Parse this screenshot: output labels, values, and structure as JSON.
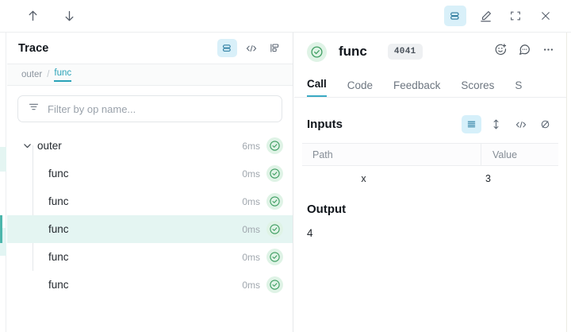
{
  "topbar": {
    "nav_up_icon": "arrow-up-icon",
    "nav_down_icon": "arrow-down-icon",
    "actions": [
      {
        "icon": "stacked-layers-icon",
        "active": true
      },
      {
        "icon": "pen-highlighter-icon",
        "active": false
      },
      {
        "icon": "expand-fullscreen-icon",
        "active": false
      },
      {
        "icon": "close-x-icon",
        "active": false
      }
    ]
  },
  "trace": {
    "title": "Trace",
    "view_icons": [
      {
        "icon": "stacked-layers-icon",
        "active": true
      },
      {
        "icon": "code-brackets-icon",
        "active": false
      },
      {
        "icon": "flame-graph-icon",
        "active": false
      }
    ],
    "breadcrumb": {
      "parent": "outer",
      "separator": "/",
      "current": "func"
    },
    "filter": {
      "placeholder": "Filter by op name...",
      "value": "",
      "icon": "filter-icon"
    },
    "rows": [
      {
        "label": "outer",
        "duration": "6ms",
        "depth": 0,
        "expanded": true,
        "selected": false,
        "status": "success"
      },
      {
        "label": "func",
        "duration": "0ms",
        "depth": 1,
        "selected": false,
        "status": "success"
      },
      {
        "label": "func",
        "duration": "0ms",
        "depth": 1,
        "selected": false,
        "status": "success"
      },
      {
        "label": "func",
        "duration": "0ms",
        "depth": 1,
        "selected": true,
        "status": "success"
      },
      {
        "label": "func",
        "duration": "0ms",
        "depth": 1,
        "selected": false,
        "status": "success"
      },
      {
        "label": "func",
        "duration": "0ms",
        "depth": 1,
        "selected": false,
        "status": "success"
      }
    ]
  },
  "detail": {
    "status": "success",
    "call_name": "func",
    "call_id": "4041",
    "actions": [
      {
        "icon": "add-reaction-icon"
      },
      {
        "icon": "comment-icon"
      },
      {
        "icon": "more-options-icon"
      }
    ],
    "tabs": [
      {
        "label": "Call",
        "active": true
      },
      {
        "label": "Code",
        "active": false
      },
      {
        "label": "Feedback",
        "active": false
      },
      {
        "label": "Scores",
        "active": false
      },
      {
        "label": "S",
        "active": false
      }
    ],
    "inputs": {
      "title": "Inputs",
      "view_icons": [
        {
          "icon": "list-view-icon",
          "active": true
        },
        {
          "icon": "expand-vertical-icon",
          "active": false
        },
        {
          "icon": "code-brackets-icon",
          "active": false
        },
        {
          "icon": "hide-eye-icon",
          "active": false
        }
      ],
      "columns": [
        "Path",
        "Value"
      ],
      "rows": [
        {
          "path": "x",
          "value": "3"
        }
      ]
    },
    "output": {
      "title": "Output",
      "value": "4"
    }
  },
  "colors": {
    "accent_teal": "#2aa3b8",
    "active_bg": "#d9f0f9",
    "selected_row": "#e4f5f2",
    "success_green": "#3f9e62"
  }
}
